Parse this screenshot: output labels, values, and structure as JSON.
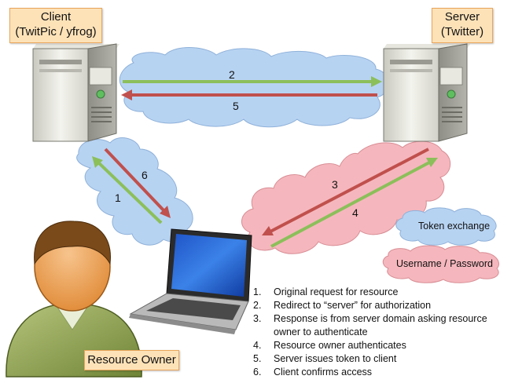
{
  "client": {
    "line1": "Client",
    "line2": "(TwitPic / yfrog)"
  },
  "server": {
    "line1": "Server",
    "line2": "(Twitter)"
  },
  "resource_owner": "Resource Owner",
  "legend": {
    "token_exchange": "Token exchange",
    "username_password": "Username / Password"
  },
  "arrow_numbers": [
    "1",
    "2",
    "3",
    "4",
    "5",
    "6"
  ],
  "steps": [
    {
      "num": "1.",
      "text": "Original request for resource"
    },
    {
      "num": "2.",
      "text": "Redirect to “server” for authorization"
    },
    {
      "num": "3.",
      "text": "Response is from server domain asking resource owner to authenticate"
    },
    {
      "num": "4.",
      "text": "Resource owner authenticates"
    },
    {
      "num": "5.",
      "text": "Server issues token to client"
    },
    {
      "num": "6.",
      "text": "Client confirms access"
    }
  ],
  "colors": {
    "token_cloud": "#b7d3f2",
    "password_cloud": "#f5b7bd",
    "green_arrow": "#8cbf5a",
    "red_arrow": "#c0504d",
    "label_fill": "#fde2b8"
  }
}
